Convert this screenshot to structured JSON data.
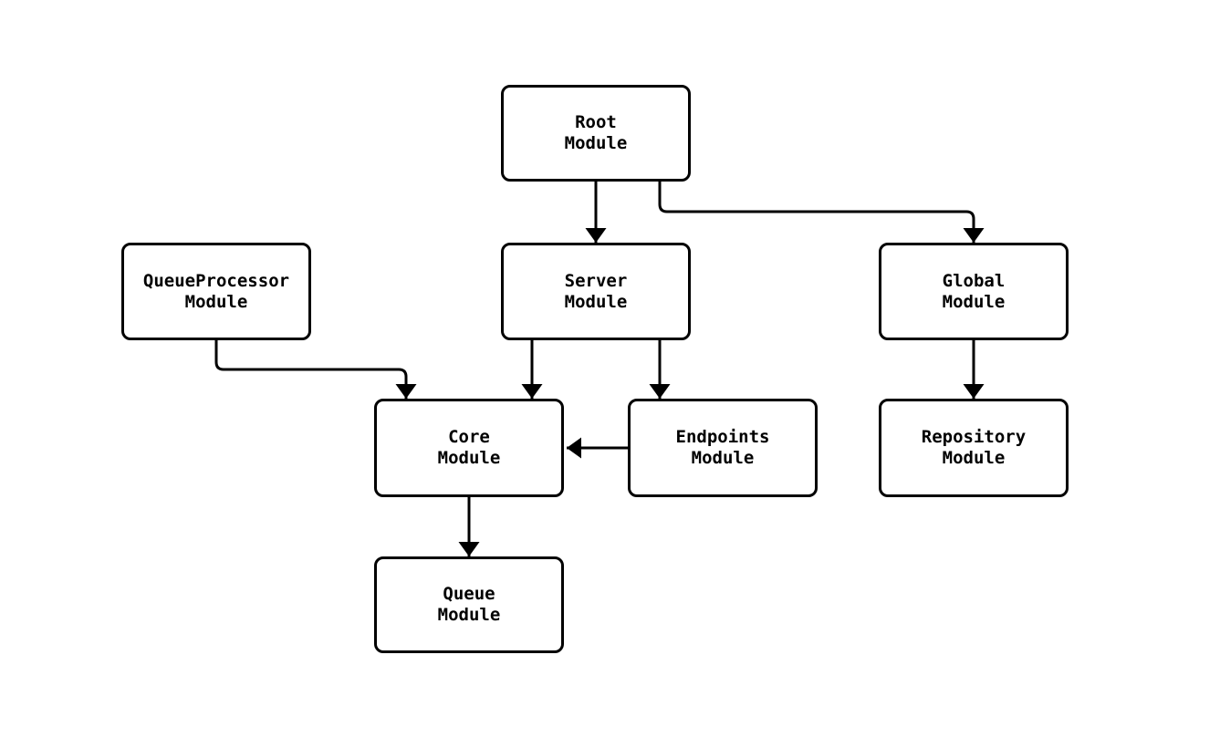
{
  "diagram": {
    "type": "flowchart",
    "background_color": "#ffffff",
    "node_fill_color": "#ffffff",
    "stroke_color": "#000000",
    "nodes": {
      "root": {
        "label": "Root\nModule"
      },
      "queue_processor": {
        "label": "QueueProcessor\nModule"
      },
      "server": {
        "label": "Server\nModule"
      },
      "global": {
        "label": "Global\nModule"
      },
      "core": {
        "label": "Core\nModule"
      },
      "endpoints": {
        "label": "Endpoints\nModule"
      },
      "repository": {
        "label": "Repository\nModule"
      },
      "queue": {
        "label": "Queue\nModule"
      }
    },
    "edges": [
      {
        "from": "Root Module",
        "to": "Server Module"
      },
      {
        "from": "Root Module",
        "to": "Global Module"
      },
      {
        "from": "QueueProcessor Module",
        "to": "Core Module"
      },
      {
        "from": "Server Module",
        "to": "Core Module"
      },
      {
        "from": "Server Module",
        "to": "Endpoints Module"
      },
      {
        "from": "Global Module",
        "to": "Repository Module"
      },
      {
        "from": "Endpoints Module",
        "to": "Core Module"
      },
      {
        "from": "Core Module",
        "to": "Queue Module"
      }
    ]
  }
}
